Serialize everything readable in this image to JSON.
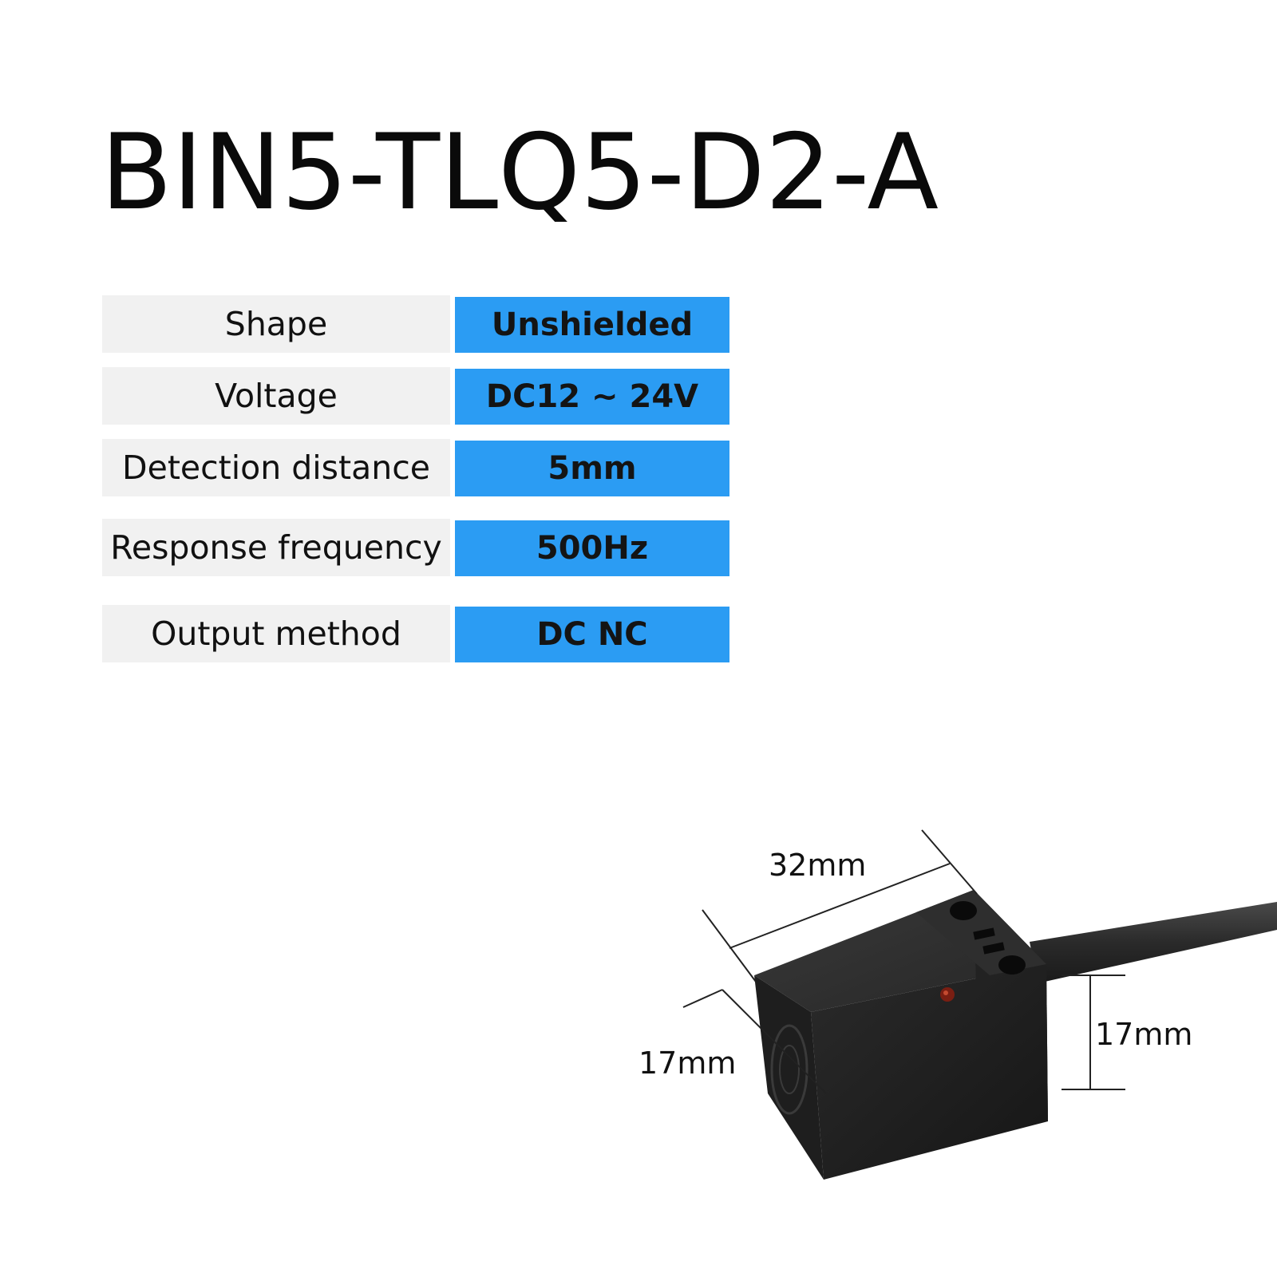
{
  "title": "BIN5-TLQ5-D2-A",
  "specs": [
    {
      "label": "Shape",
      "value": "Unshielded"
    },
    {
      "label": "Voltage",
      "value": "DC12 ~ 24V"
    },
    {
      "label": "Detection distance",
      "value": "5mm"
    },
    {
      "label": "Response frequency",
      "value": "500Hz"
    },
    {
      "label": "Output  method",
      "value": "DC NC"
    }
  ],
  "dimensions": {
    "length": "32mm",
    "width": "17mm",
    "height": "17mm"
  },
  "colors": {
    "value_cell": "#2b9cf3",
    "label_cell": "#f1f1f1",
    "sensor_body": "#1c1c1c"
  }
}
